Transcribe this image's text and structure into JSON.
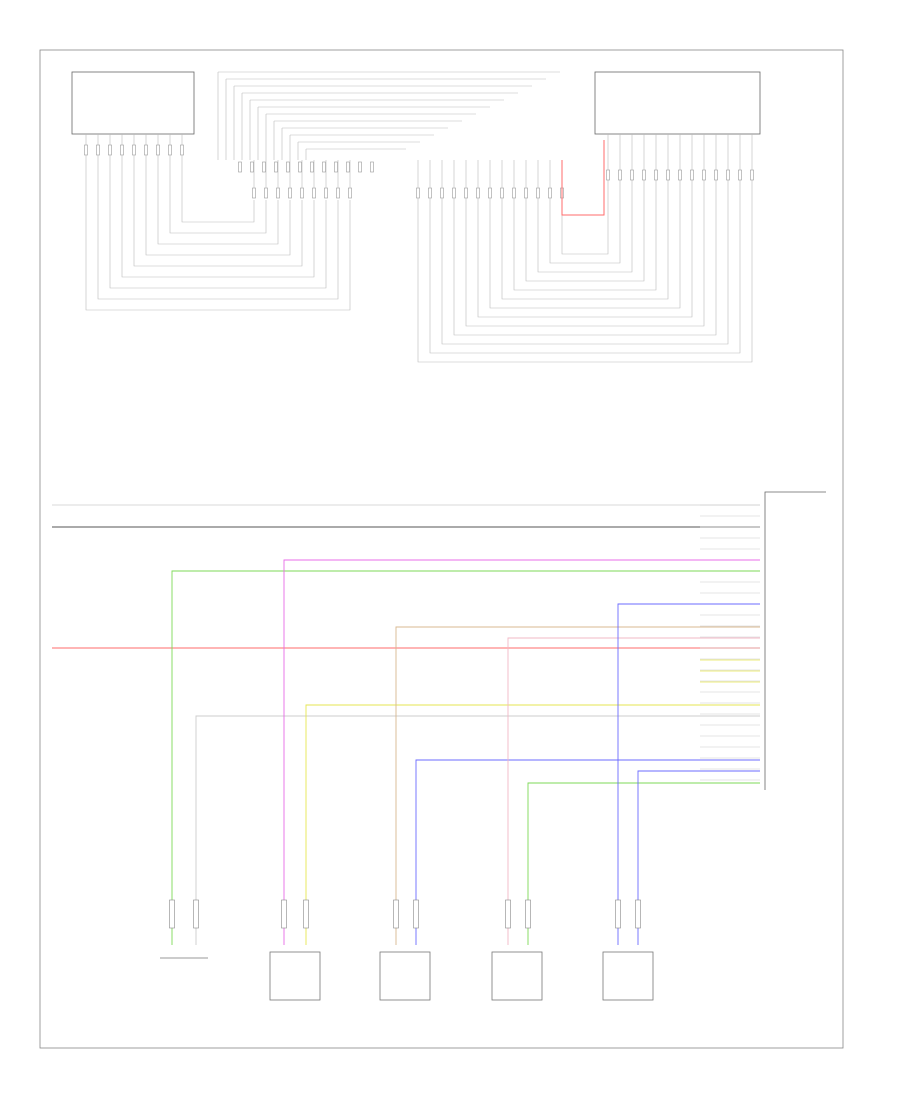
{
  "title": "",
  "components": {
    "left_module": "",
    "center_module": "",
    "right_module": "",
    "ecu_label": ""
  },
  "left_inputs": [
    "",
    "",
    ""
  ],
  "sensors": [
    {
      "id": "s1",
      "label": ""
    },
    {
      "id": "s2",
      "label": ""
    },
    {
      "id": "s3",
      "label": ""
    },
    {
      "id": "s4",
      "label": ""
    },
    {
      "id": "s5",
      "label": ""
    }
  ],
  "wire_colors": {
    "white": "#d0d0d0",
    "black": "#555555",
    "green": "#7ed957",
    "magenta": "#e86ce8",
    "red": "#ff6b6b",
    "yellow": "#e6e650",
    "tan": "#d8b890",
    "pink": "#f2b8c6",
    "blue": "#6b6bff",
    "lightgray": "#cccccc"
  }
}
